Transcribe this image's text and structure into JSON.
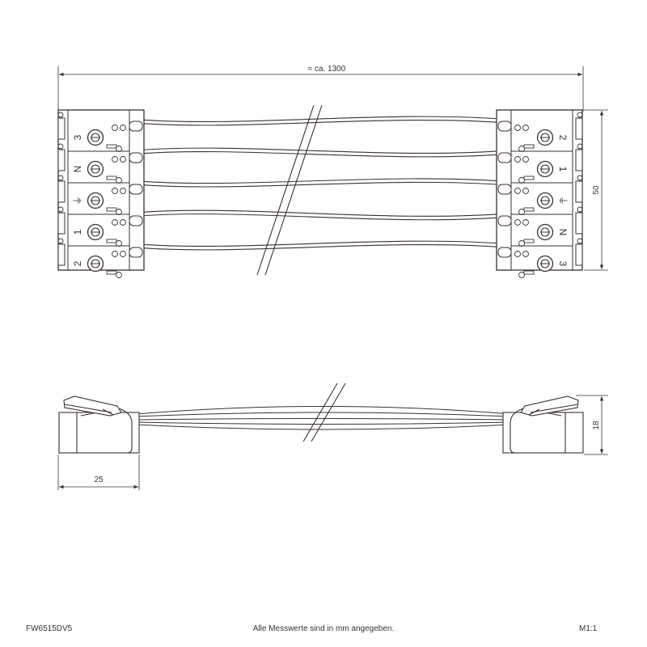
{
  "drawing": {
    "top_view": {
      "dimension_width": "≈ ca. 1300",
      "dimension_height": "50",
      "left_connector_labels": [
        "3",
        "N",
        "⏚",
        "1",
        "2"
      ],
      "right_connector_labels": [
        "2",
        "1",
        "⏚",
        "N",
        "3"
      ]
    },
    "side_view": {
      "dimension_height": "18",
      "dimension_width": "25"
    }
  },
  "footer": {
    "product_code": "FW6515DV5",
    "note": "Alle Messwerte sind in mm angegeben.",
    "scale": "M1:1"
  },
  "colors": {
    "line": "#3a3033",
    "fill": "#ffffff",
    "dimension": "#3a3033"
  }
}
